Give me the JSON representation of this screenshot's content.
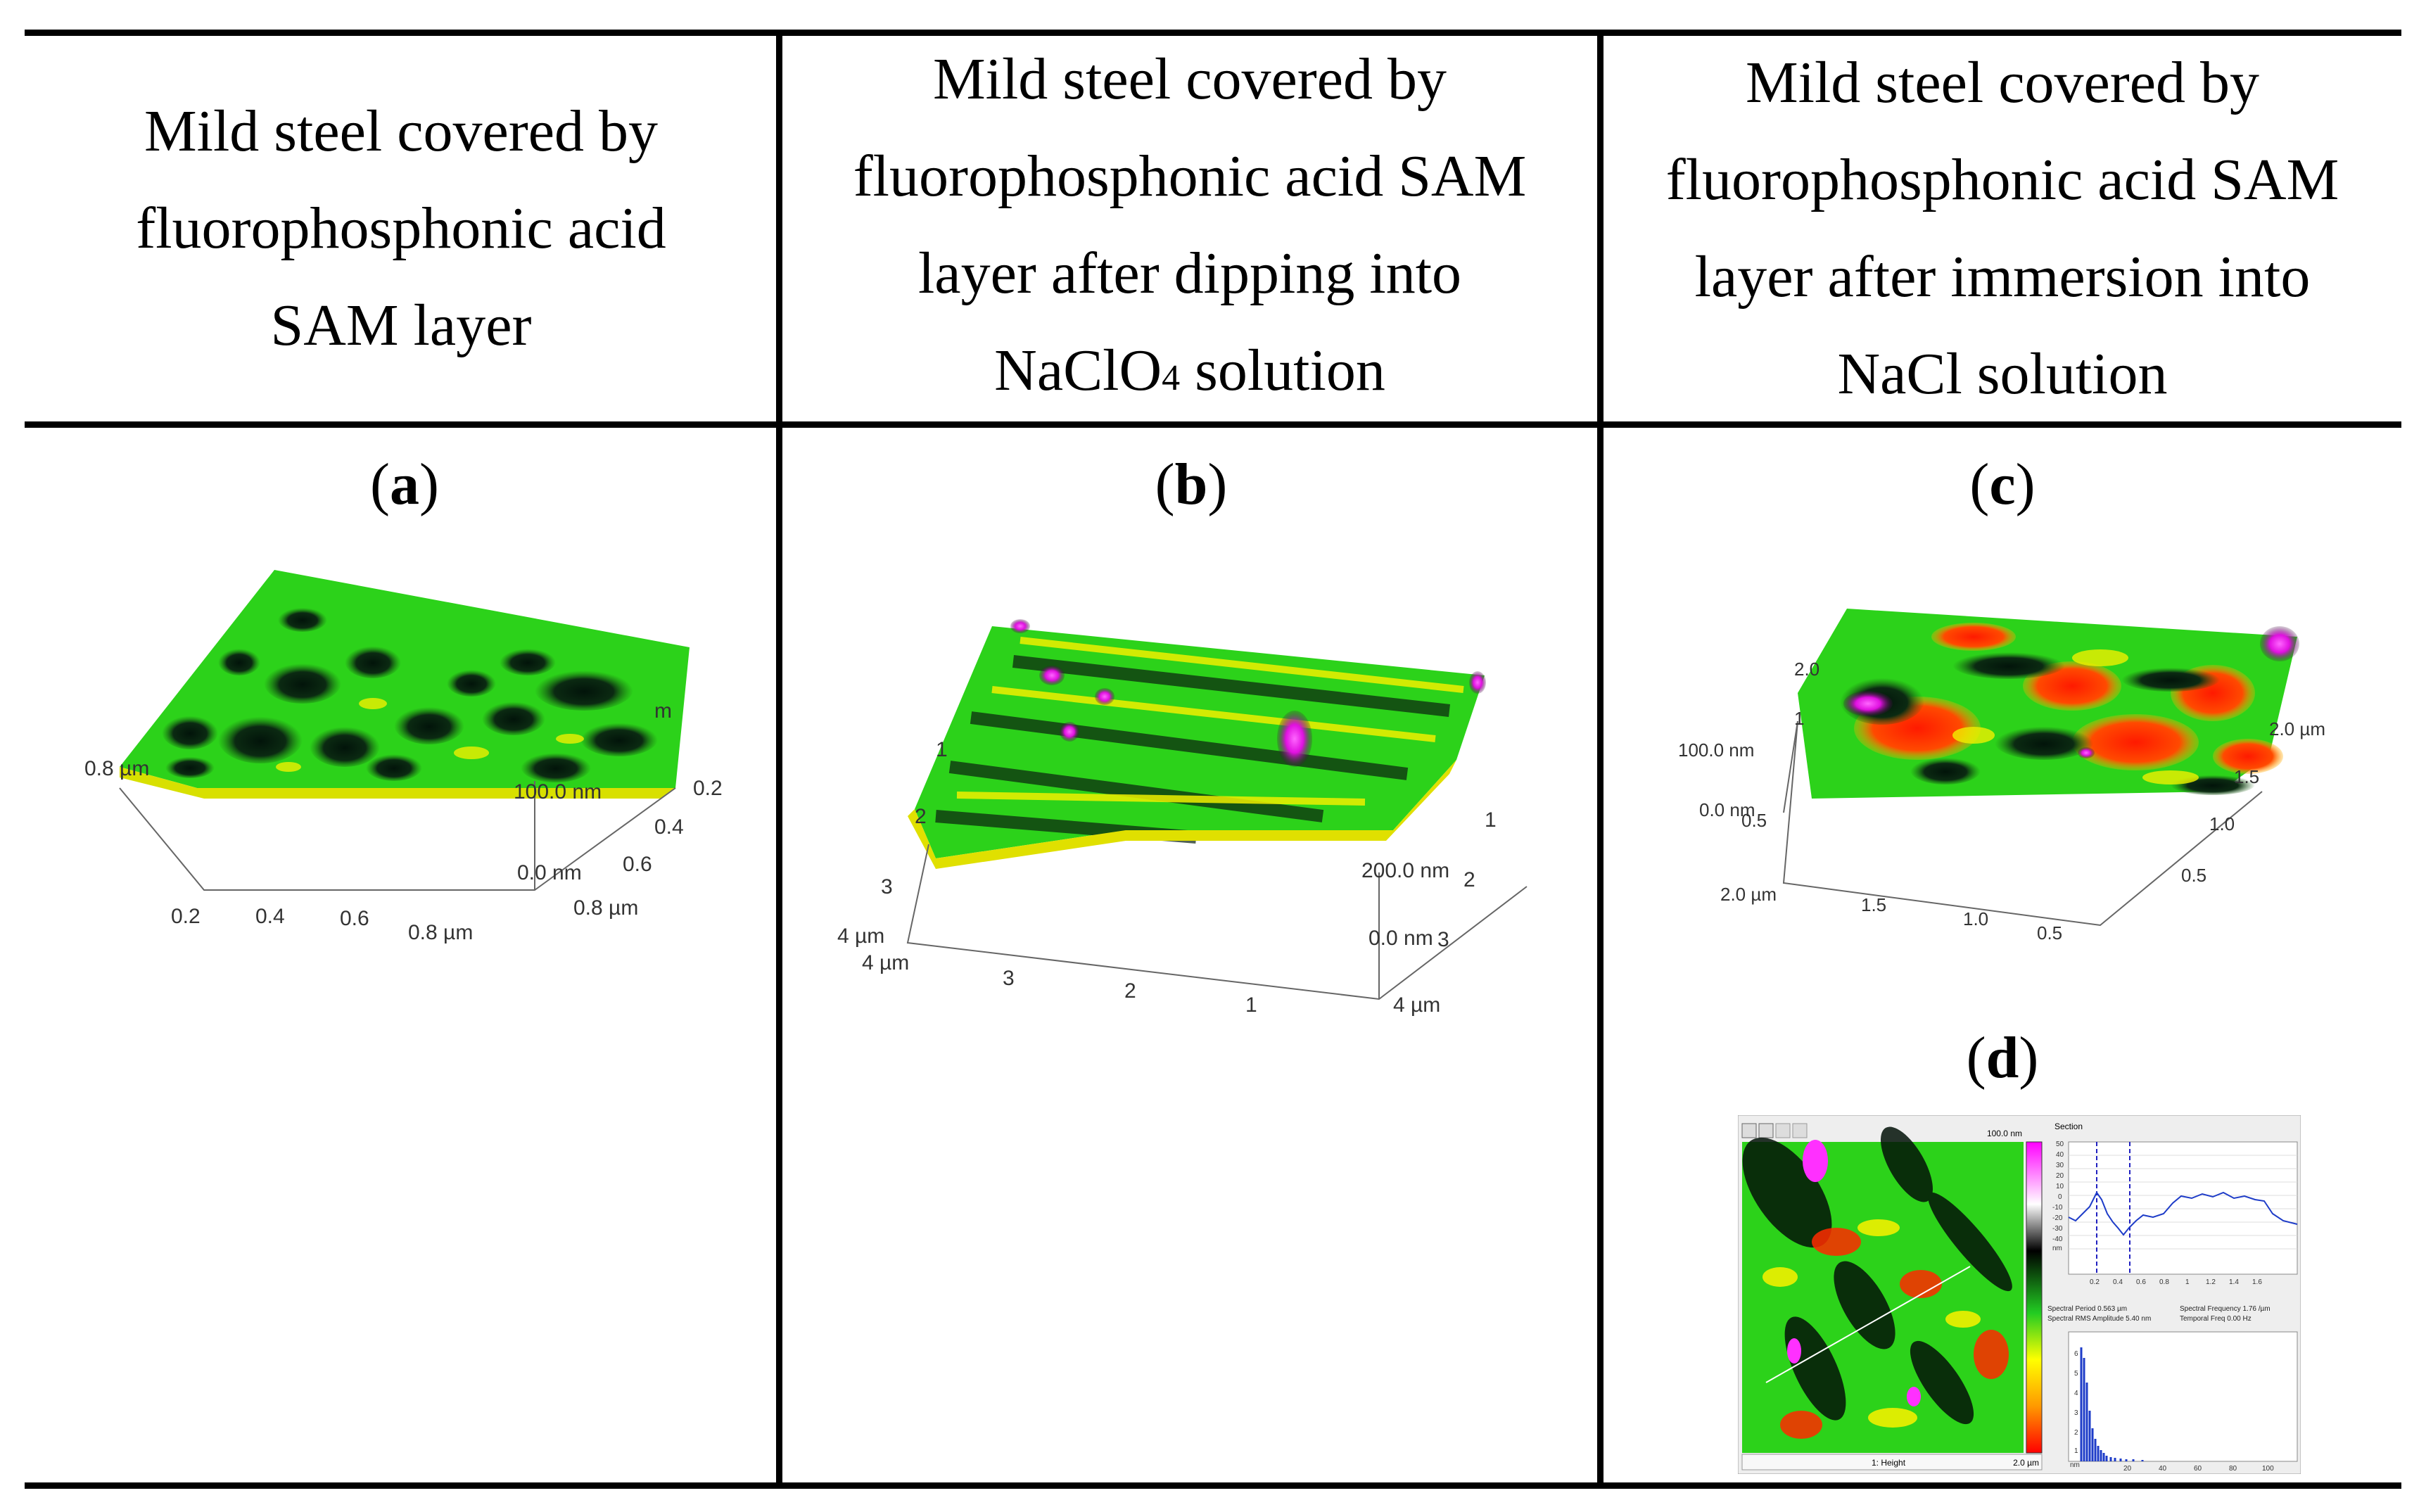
{
  "table": {
    "columns": [
      {
        "lines": [
          "Mild steel covered by",
          "fluorophosphonic acid",
          "SAM layer"
        ]
      },
      {
        "lines": [
          "Mild steel covered by",
          "fluorophosphonic acid SAM",
          "layer after dipping into"
        ],
        "last_pre": "NaClO",
        "last_sub": "4",
        "last_post": " solution"
      },
      {
        "lines": [
          "Mild steel covered by",
          "fluorophosphonic acid SAM",
          "layer after immersion into",
          "NaCl solution"
        ]
      }
    ]
  },
  "panels": {
    "a": {
      "label": "a",
      "axes": {
        "left": "0.8 µm",
        "x_ticks": [
          "0.2",
          "0.4",
          "0.6",
          "0.8 µm"
        ],
        "y_ticks": [
          "0.2",
          "0.4",
          "0.6",
          "0.8 µm"
        ],
        "z_top": "100.0 nm",
        "z_zero": "0.0 nm",
        "z_fragment": "m"
      }
    },
    "b": {
      "label": "b",
      "axes": {
        "left_ticks": [
          "1",
          "2",
          "3",
          "4 µm"
        ],
        "x_ticks": [
          "4 µm",
          "3",
          "2",
          "1"
        ],
        "y_ticks": [
          "1",
          "2",
          "3",
          "4 µm"
        ],
        "z_top": "200.0 nm",
        "z_zero": "0.0 nm"
      }
    },
    "c": {
      "label": "c",
      "axes": {
        "z_top": "100.0 nm",
        "z_zero": "0.0 nm",
        "left_ticks": [
          "2.0",
          "1",
          "0.5"
        ],
        "x_ticks": [
          "2.0 µm",
          "1.5",
          "1.0",
          "0.5"
        ],
        "y_ticks": [
          "2.0 µm",
          "1.5",
          "1.0",
          "0.5"
        ]
      }
    },
    "d": {
      "label": "d",
      "scale_top": "100.0 nm",
      "image_caption": "1: Height",
      "image_size": "2.0 µm",
      "section_title": "Section",
      "section_y_ticks": [
        "50",
        "40",
        "30",
        "20",
        "10",
        "0",
        "-10",
        "-20",
        "-30",
        "-40"
      ],
      "section_y_unit": "nm",
      "section_x_ticks": [
        "0.2",
        "0.4",
        "0.6",
        "0.8",
        "1",
        "1.2",
        "1.4",
        "1.6"
      ],
      "info": [
        "Spectral Period 0.563 µm",
        "Spectral Frequency 1.76 /µm",
        "Spectral RMS Amplitude 5.40 nm",
        "Temporal Freq 0.00 Hz"
      ],
      "spectrum_y_ticks": [
        "6",
        "5",
        "4",
        "3",
        "2",
        "1"
      ],
      "spectrum_y_unit": "nm",
      "spectrum_x_ticks": [
        "20",
        "40",
        "60",
        "80",
        "100"
      ]
    }
  },
  "colors": {
    "rule": "#000000",
    "afm_green": "#33dd22",
    "afm_yellow": "#f5f000",
    "afm_dark": "#0a1a10",
    "afm_red": "#ff2200",
    "afm_magenta": "#ff30ff"
  }
}
